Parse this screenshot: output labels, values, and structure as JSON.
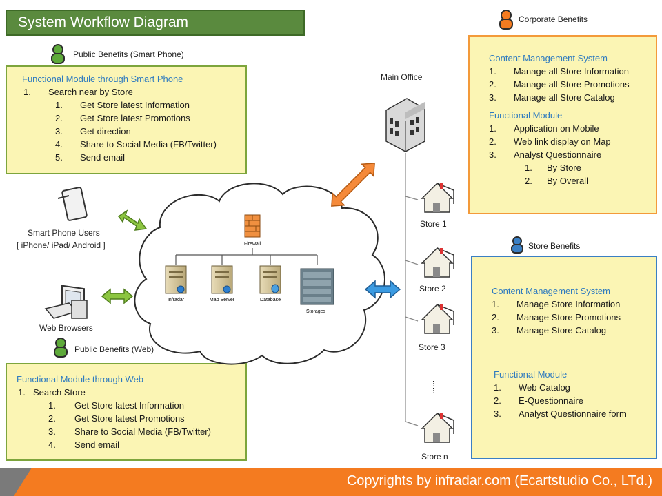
{
  "title": "System Workflow Diagram",
  "smartphone_benefits": {
    "label": "Public Benefits (Smart Phone)",
    "heading": "Functional Module through Smart Phone",
    "item1": "Search near by Store",
    "subitems": [
      "Get Store latest Information",
      "Get Store latest Promotions",
      "Get direction",
      "Share to Social Media (FB/Twitter)",
      "Send email"
    ]
  },
  "web_benefits": {
    "label": "Public Benefits (Web)",
    "heading": "Functional Module through Web",
    "item1": "Search Store",
    "subitems": [
      "Get Store latest Information",
      "Get Store latest Promotions",
      "Share to Social Media (FB/Twitter)",
      "Send email"
    ]
  },
  "corporate_benefits": {
    "label": "Corporate Benefits",
    "cms_heading": "Content Management System",
    "cms_items": [
      "Manage all Store Information",
      "Manage all Store Promotions",
      "Manage all Store Catalog"
    ],
    "fm_heading": "Functional Module",
    "fm_items": [
      "Application on Mobile",
      "Web link display on Map",
      "Analyst Questionnaire"
    ],
    "fm_subitems": [
      "By Store",
      "By Overall"
    ]
  },
  "store_benefits": {
    "label": "Store Benefits",
    "cms_heading": "Content Management System",
    "cms_items": [
      "Manage Store Information",
      "Manage Store Promotions",
      "Manage Store Catalog"
    ],
    "fm_heading": "Functional Module",
    "fm_items": [
      "Web Catalog",
      "E-Questionnaire",
      "Analyst Questionnaire form"
    ]
  },
  "nodes": {
    "smartphone_users_line1": "Smart Phone Users",
    "smartphone_users_line2": "[ iPhone/ iPad/ Android ]",
    "web_browsers": "Web Browsers",
    "main_office": "Main Office",
    "firewall": "Firewall",
    "infradar": "Infradar",
    "map_server": "Map Server",
    "database": "Database",
    "storages": "Storages",
    "store1": "Store 1",
    "store2": "Store 2",
    "store3": "Store 3",
    "storen": "Store n",
    "ellipsis": "......"
  },
  "footer": "Copyrights by infradar.com (Ecartstudio Co., LTd.)"
}
